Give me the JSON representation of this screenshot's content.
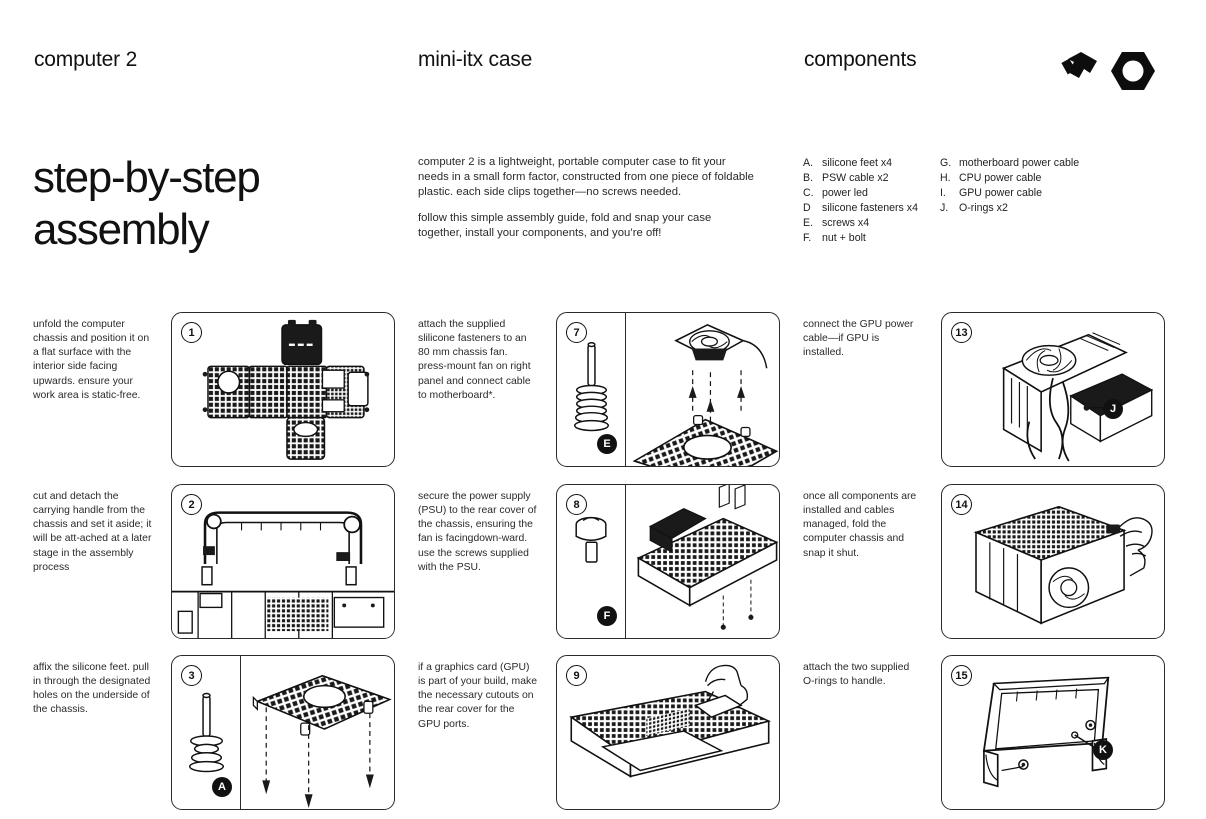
{
  "header": {
    "product": "computer 2",
    "case_type": "mini-itx case",
    "components_heading": "components",
    "logo_name": "tool-and-nut-logo"
  },
  "title": "step-by-step\nassembly",
  "intro": {
    "paragraph_1": "computer 2 is a lightweight, portable computer case to fit your needs in a small form factor, constructed from one piece of foldable plastic. each side clips together—no screws needed.",
    "paragraph_2": "follow this simple assembly guide, fold and snap your case together, install your components, and you’re off!"
  },
  "components": {
    "left": [
      {
        "key": "A.",
        "label": "silicone feet x4"
      },
      {
        "key": "B.",
        "label": "PSW cable x2"
      },
      {
        "key": "C.",
        "label": "power led"
      },
      {
        "key": "D",
        "label": "silicone fasteners x4"
      },
      {
        "key": "E.",
        "label": "screws x4"
      },
      {
        "key": "F.",
        "label": "nut + bolt"
      }
    ],
    "right": [
      {
        "key": "G.",
        "label": "motherboard power cable"
      },
      {
        "key": "H.",
        "label": "CPU power cable"
      },
      {
        "key": "I.",
        "label": "GPU power cable"
      },
      {
        "key": "J.",
        "label": "O-rings x2"
      }
    ]
  },
  "steps": [
    {
      "number": "1",
      "text": "unfold the computer chassis and position it on a flat surface with the interior side facing upwards. ensure your work area is static-free.",
      "part_label": "",
      "art": "unfolded-chassis-flat-pattern"
    },
    {
      "number": "2",
      "text": "cut and detach the carrying handle from the chassis and set it aside; it will be att-ached at a later stage in the assembly process",
      "part_label": "",
      "art": "carrying-handle-detach"
    },
    {
      "number": "3",
      "text": "affix the silicone feet. pull in through the designated holes on the underside of the chassis.",
      "part_label": "A",
      "art": "silicone-feet-install"
    },
    {
      "number": "7",
      "text": "attach the supplied slilicone fasteners to an 80 mm chassis fan. press-mount fan on right panel and connect cable to motherboard*.",
      "part_label": "E",
      "art": "chassis-fan-mount"
    },
    {
      "number": "8",
      "text": "secure the power supply (PSU) to the rear cover of the chassis, ensuring the fan is facingdown-ward. use the screws supplied with the PSU.",
      "part_label": "F",
      "art": "psu-mount"
    },
    {
      "number": "9",
      "text": "if a graphics card (GPU) is part of your build, make the necessary cutouts on the rear cover for the GPU ports.",
      "part_label": "",
      "art": "gpu-cutouts"
    },
    {
      "number": "13",
      "text": "connect the GPU power cable—if GPU is installed.",
      "part_label": "J",
      "art": "gpu-power-cable"
    },
    {
      "number": "14",
      "text": "once all components are installed and cables managed, fold the computer chassis and snap it shut.",
      "part_label": "",
      "art": "fold-and-snap-chassis"
    },
    {
      "number": "15",
      "text": "attach the two supplied O-rings to handle.",
      "part_label": "K",
      "art": "handle-o-rings"
    }
  ],
  "colors": {
    "ink": "#111111",
    "body_text": "#2a2a2a",
    "panel_border": "#2b2b2b"
  }
}
